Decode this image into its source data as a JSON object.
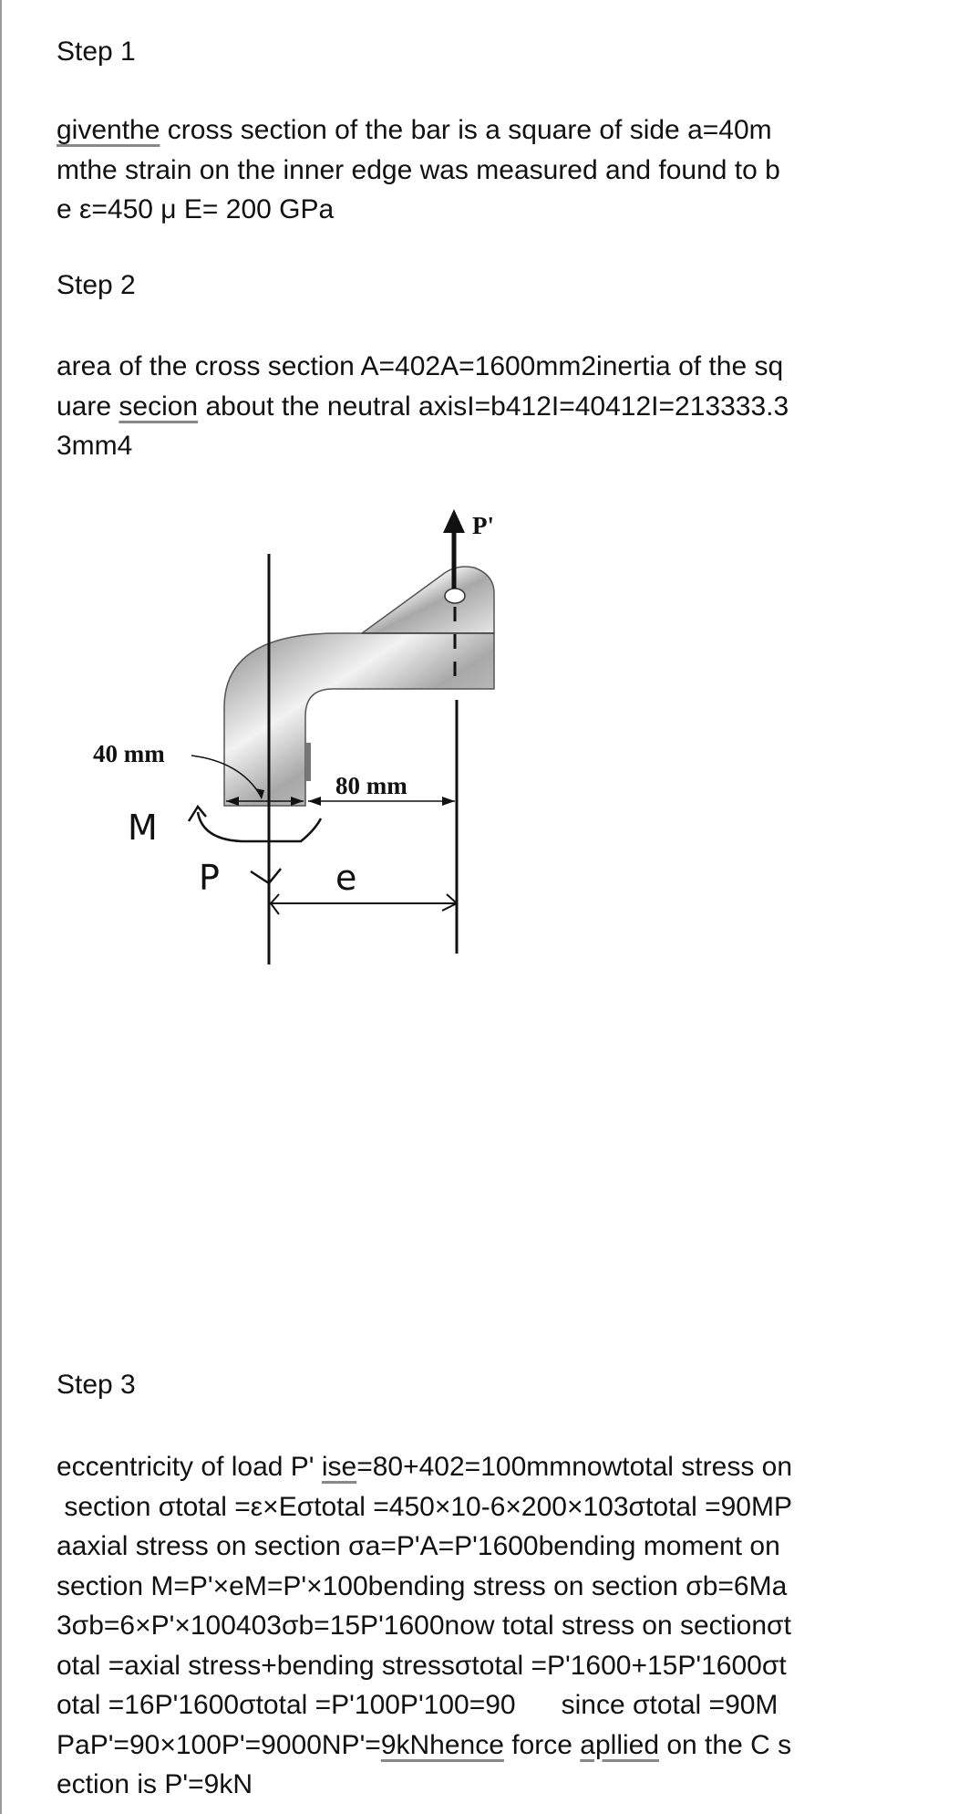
{
  "step1": {
    "title": "Step 1",
    "lines": [
      [
        {
          "t": "giventhe",
          "u": true
        },
        {
          "t": " cross section of the bar is a square of side a=40m"
        }
      ],
      [
        {
          "t": "mthe strain on the inner edge was measured and found to b"
        }
      ],
      [
        {
          "t": "e ε=450 μ E= 200 GPa"
        }
      ]
    ]
  },
  "step2": {
    "title": "Step 2",
    "lines": [
      [
        {
          "t": "area of the cross section A=402A=1600mm2inertia of the sq"
        }
      ],
      [
        {
          "t": "uare "
        },
        {
          "t": "secion",
          "u": true
        },
        {
          "t": " about the neutral axisI=b412I=40412I=213333.3"
        }
      ],
      [
        {
          "t": "3mm4"
        }
      ]
    ]
  },
  "diagram": {
    "load_label": "P'",
    "width_label": "40 mm",
    "offset_label": "80 mm",
    "moment_label": "M",
    "force_label": "P",
    "eccentricity_label": "e"
  },
  "step3": {
    "title": "Step 3",
    "lines": [
      [
        {
          "t": "eccentricity of load P' "
        },
        {
          "t": "ise",
          "u": true
        },
        {
          "t": "=80+402=100mmnowtotal stress on"
        }
      ],
      [
        {
          "t": " section σtotal =ε×Eσtotal =450×10-6×200×103σtotal =90MP"
        }
      ],
      [
        {
          "t": "aaxial stress on section σa=P'A=P'1600bending moment on"
        }
      ],
      [
        {
          "t": "section M=P'×eM=P'×100bending stress on section σb=6Ma"
        }
      ],
      [
        {
          "t": "3σb=6×P'×100403σb=15P'1600now total stress on sectionσt"
        }
      ],
      [
        {
          "t": "otal =axial stress+bending stressσtotal =P'1600+15P'1600σt"
        }
      ],
      [
        {
          "t": "otal =16P'1600σtotal =P'100P'100=90      since σtotal =90M"
        }
      ],
      [
        {
          "t": "PaP'=90×100P'=9000NP'="
        },
        {
          "t": "9kNhence",
          "u": true
        },
        {
          "t": " force "
        },
        {
          "t": "apllied",
          "u": true
        },
        {
          "t": " on the C s"
        }
      ],
      [
        {
          "t": "ection is P'=9kN"
        }
      ]
    ]
  }
}
